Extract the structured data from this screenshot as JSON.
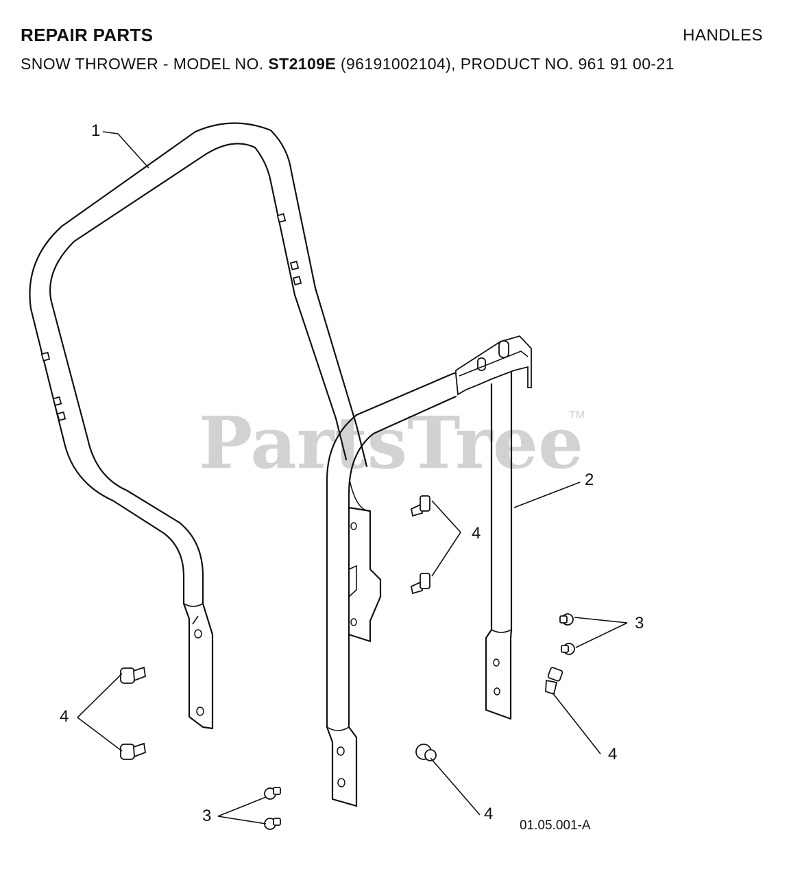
{
  "header": {
    "title_left": "REPAIR PARTS",
    "title_right": "HANDLES",
    "subtitle_prefix": "SNOW THROWER - MODEL NO.",
    "model": "ST2109E",
    "subtitle_suffix": "(96191002104), PRODUCT NO. 961 91 00-21"
  },
  "watermark": {
    "text": "PartsTree",
    "trademark": "TM"
  },
  "callouts": {
    "c1": "1",
    "c2": "2",
    "c3_right": "3",
    "c3_left": "3",
    "c4_center_upper": "4",
    "c4_left": "4",
    "c4_right": "4",
    "c4_bottom": "4"
  },
  "drawing_ref": "01.05.001-A"
}
